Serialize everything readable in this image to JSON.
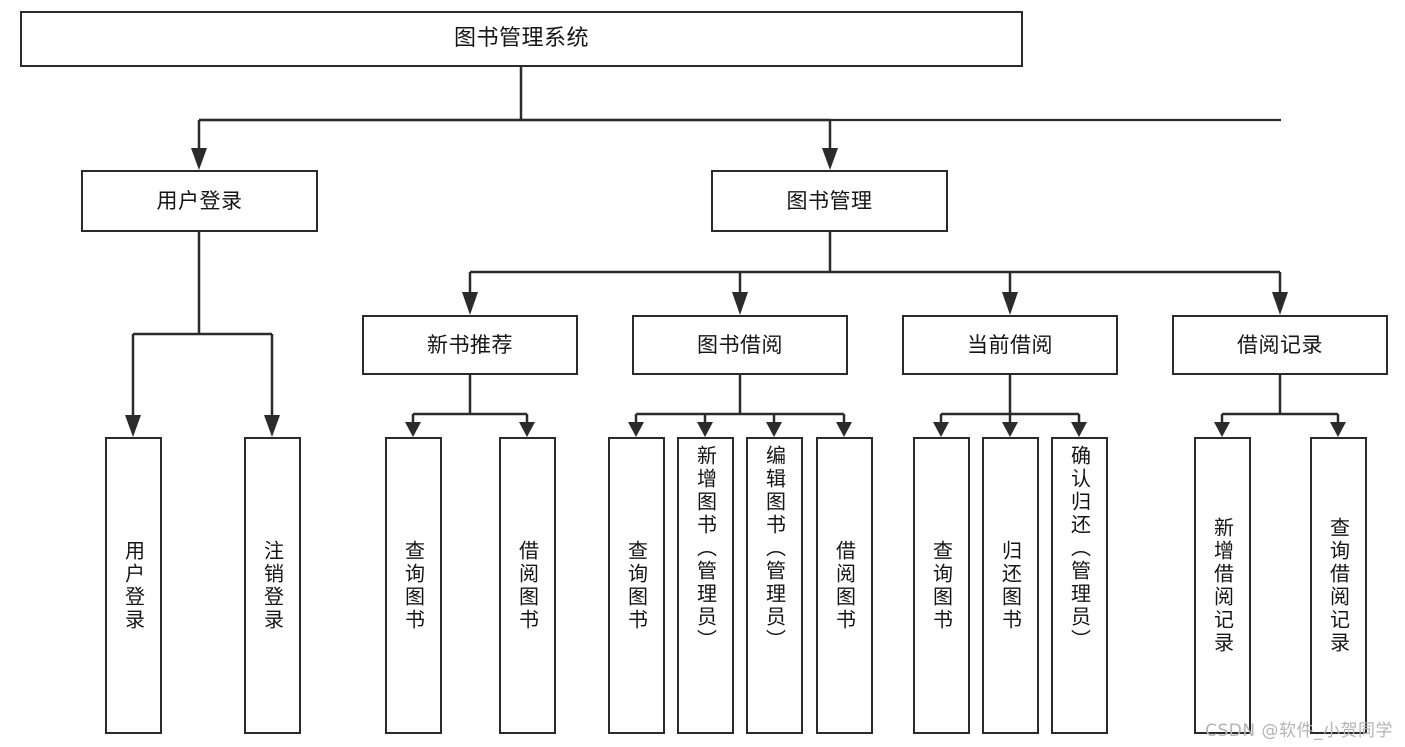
{
  "diagram": {
    "title": "图书管理系统",
    "type": "hierarchy-tree",
    "root": {
      "label": "图书管理系统"
    },
    "level2": [
      {
        "label": "用户登录"
      },
      {
        "label": "图书管理"
      }
    ],
    "level3": [
      {
        "label": "新书推荐"
      },
      {
        "label": "图书借阅"
      },
      {
        "label": "当前借阅"
      },
      {
        "label": "借阅记录"
      }
    ],
    "leaves": {
      "user_login": [
        {
          "label": "用户登录"
        },
        {
          "label": "注销登录"
        }
      ],
      "new_book_recommend": [
        {
          "label": "查询图书"
        },
        {
          "label": "借阅图书"
        }
      ],
      "book_borrow": [
        {
          "label": "查询图书"
        },
        {
          "label": "新增图书（管理员）"
        },
        {
          "label": "编辑图书（管理员）"
        },
        {
          "label": "借阅图书"
        }
      ],
      "current_borrow": [
        {
          "label": "查询图书"
        },
        {
          "label": "归还图书"
        },
        {
          "label": "确认归还（管理员）"
        }
      ],
      "borrow_record": [
        {
          "label": "新增借阅记录"
        },
        {
          "label": "查询借阅记录"
        }
      ]
    }
  },
  "watermark": {
    "text": "CSDN @软件_小贺同学"
  },
  "colors": {
    "stroke": "#2b2b2b",
    "box_fill": "#ffffff",
    "text": "#151515",
    "watermark": "#b4b4b4",
    "background": "#ffffff"
  }
}
